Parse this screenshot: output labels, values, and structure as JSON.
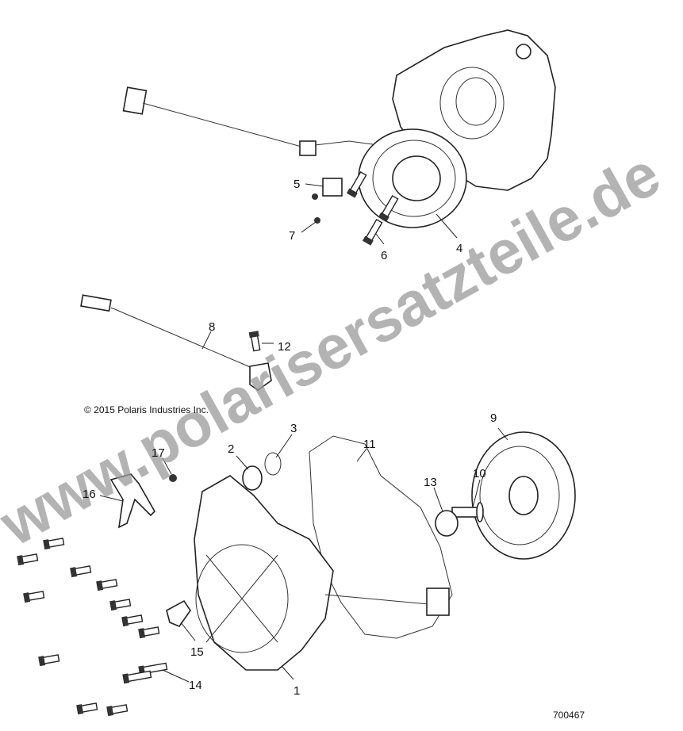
{
  "diagram": {
    "copyright": "© 2015 Polaris Industries Inc.",
    "diagram_number": "700467",
    "watermark": "www.polarisersatzteile.de",
    "callouts": [
      "1",
      "2",
      "3",
      "4",
      "5",
      "6",
      "7",
      "8",
      "9",
      "10",
      "11",
      "12",
      "13",
      "14",
      "15",
      "16",
      "17"
    ]
  }
}
